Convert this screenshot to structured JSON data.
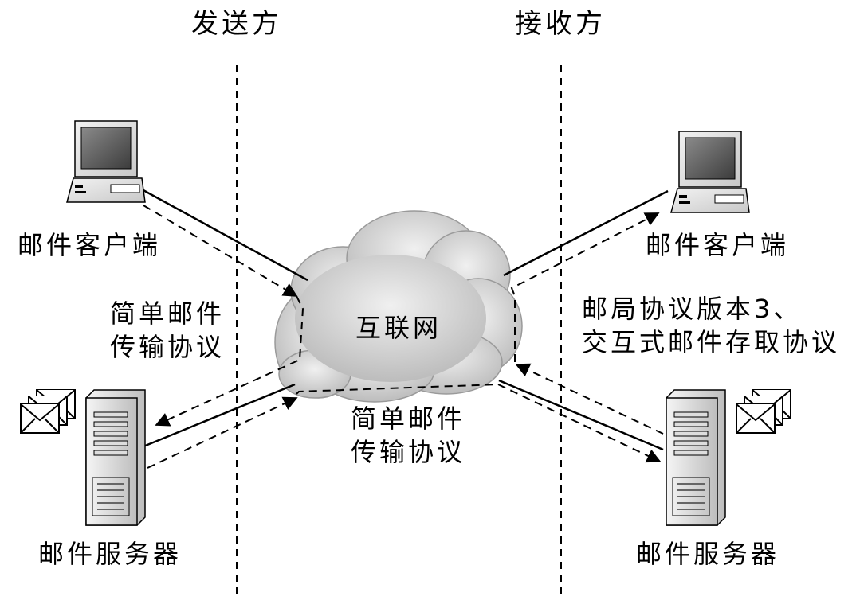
{
  "headers": {
    "sender": "发送方",
    "receiver": "接收方"
  },
  "labels": {
    "sender_client": "邮件客户端",
    "receiver_client": "邮件客户端",
    "sender_server": "邮件服务器",
    "receiver_server": "邮件服务器",
    "internet": "互联网",
    "smtp_left_line1": "简单邮件",
    "smtp_left_line2": "传输协议",
    "smtp_mid_line1": "简单邮件",
    "smtp_mid_line2": "传输协议",
    "pop_imap_line1": "邮局协议版本3、",
    "pop_imap_line2": "交互式邮件存取协议"
  }
}
